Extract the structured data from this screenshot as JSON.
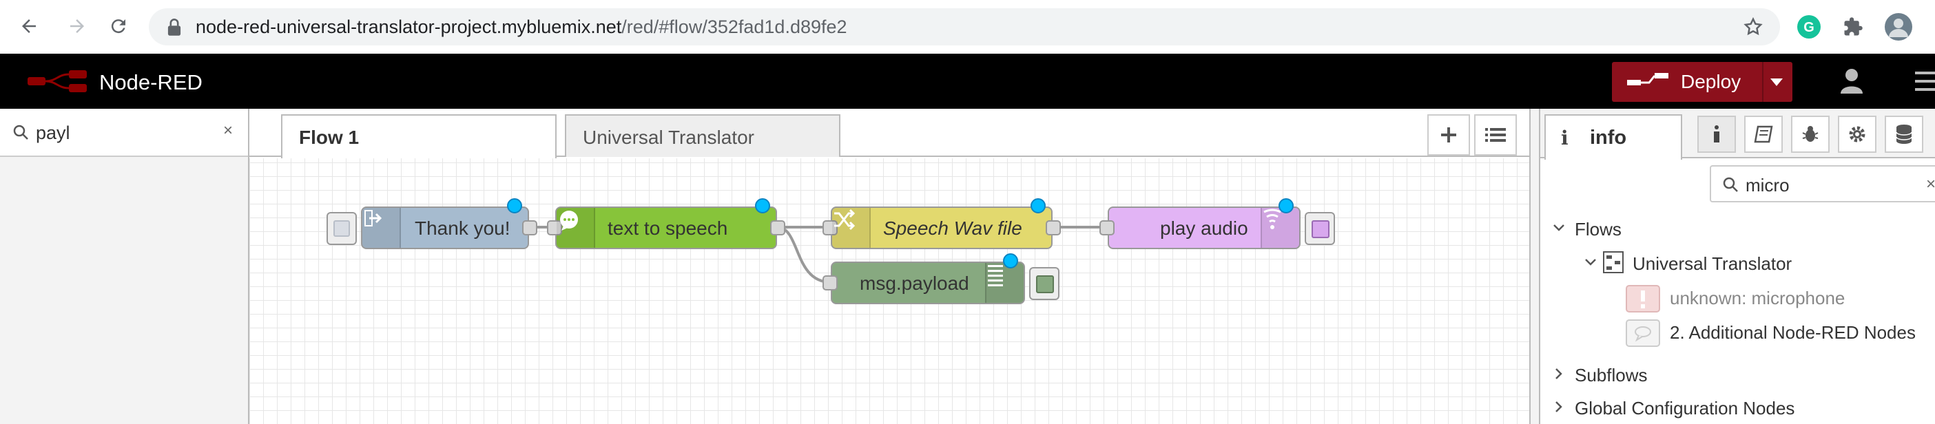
{
  "browser": {
    "url_host": "node-red-universal-translator-project.mybluemix.net",
    "url_path": "/red/#flow/352fad1d.d89fe2",
    "extensions": [
      "grammarly-icon",
      "puzzle-icon",
      "profile-avatar"
    ]
  },
  "header": {
    "app_title": "Node-RED",
    "deploy_label": "Deploy",
    "colors": {
      "deploy": "#8c101c",
      "header_bg": "#000000"
    }
  },
  "palette": {
    "search_value": "payl",
    "clear_glyph": "×"
  },
  "workspace": {
    "tabs": [
      {
        "label": "Flow 1",
        "active": true
      },
      {
        "label": "Universal Translator",
        "active": false
      }
    ],
    "nodes": [
      {
        "id": "thankyou",
        "label": "Thank you!",
        "color": "#a6bbcf",
        "icon": "inject-arrow-icon"
      },
      {
        "id": "tts",
        "label": "text to speech",
        "color": "#87c43a",
        "icon": "speech-bubble-icon"
      },
      {
        "id": "wav",
        "label": "Speech Wav file",
        "color": "#e2d96e",
        "icon": "shuffle-icon",
        "italic": true
      },
      {
        "id": "play",
        "label": "play audio",
        "color": "#e2b4f5",
        "icon": "audio-wave-icon"
      },
      {
        "id": "debug",
        "label": "msg.payload",
        "color": "#87a980",
        "icon": "debug-list-icon"
      }
    ]
  },
  "sidebar": {
    "tab_label": "info",
    "tab_glyph": "i",
    "search_value": "micro",
    "clear_glyph": "×",
    "tree": {
      "flows": "Flows",
      "flow_name": "Universal Translator",
      "item1": "unknown: microphone",
      "item2": "2. Additional Node-RED Nodes",
      "subflows": "Subflows",
      "global": "Global Configuration Nodes"
    }
  }
}
